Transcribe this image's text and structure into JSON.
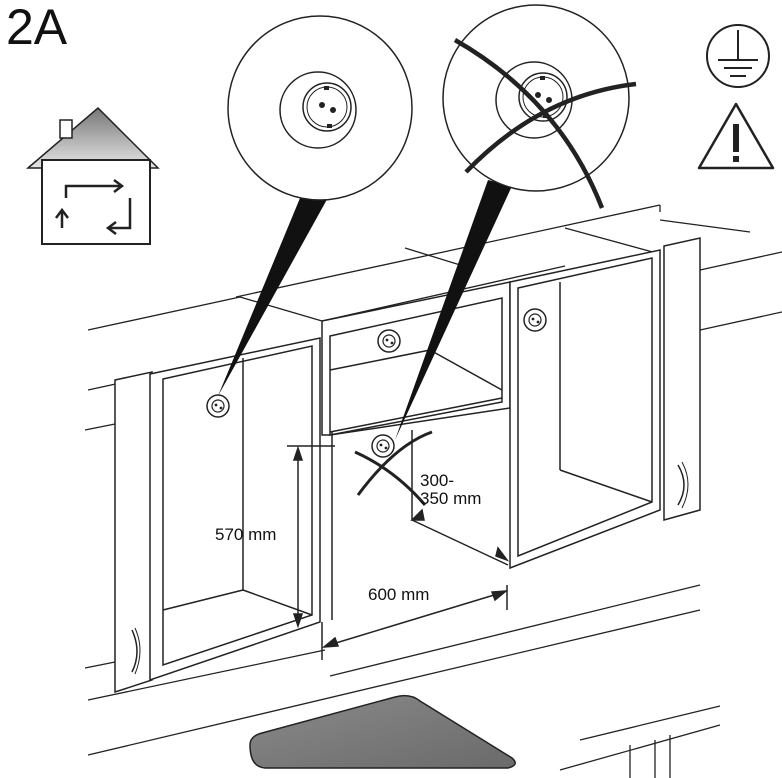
{
  "step_label": "2A",
  "dimensions": {
    "height": "570 mm",
    "width": "600 mm",
    "depth_line1": "300-",
    "depth_line2": "350 mm"
  },
  "icons": [
    "indoor-ventilation-house-icon",
    "earth-ground-icon",
    "warning-triangle-icon",
    "socket-ok-icon",
    "socket-not-allowed-icon"
  ]
}
